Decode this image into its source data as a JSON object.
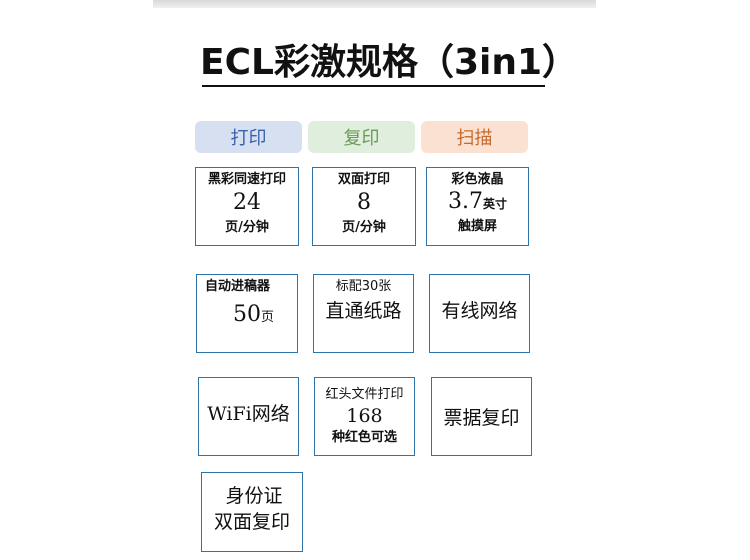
{
  "title": "ECL彩激规格（3in1）",
  "tabs": {
    "print": "打印",
    "copy": "复印",
    "scan": "扫描"
  },
  "colors": {
    "border": "#2f74a8",
    "tab_print_bg": "#d6e0f1",
    "tab_copy_bg": "#dfeedd",
    "tab_scan_bg": "#fbe1d2"
  },
  "cards": {
    "mono_speed": {
      "label": "黑彩同速打印",
      "value": "24",
      "unit": "页/分钟"
    },
    "duplex": {
      "label": "双面打印",
      "value": "8",
      "unit": "页/分钟"
    },
    "lcd": {
      "label": "彩色液晶",
      "value": "3.7",
      "unit": "英寸",
      "caption": "触摸屏"
    },
    "adf": {
      "label": "自动进稿器",
      "value": "50",
      "unit": "页"
    },
    "paper_path": {
      "label": "标配30张",
      "value": "直通纸路"
    },
    "wired": {
      "value": "有线网络"
    },
    "wifi": {
      "value": "WiFi网络"
    },
    "redhead": {
      "label": "红头文件打印",
      "value": "168",
      "caption": "种红色可选"
    },
    "receipt": {
      "value": "票据复印"
    },
    "idcard": {
      "line1": "身份证",
      "line2": "双面复印"
    }
  }
}
